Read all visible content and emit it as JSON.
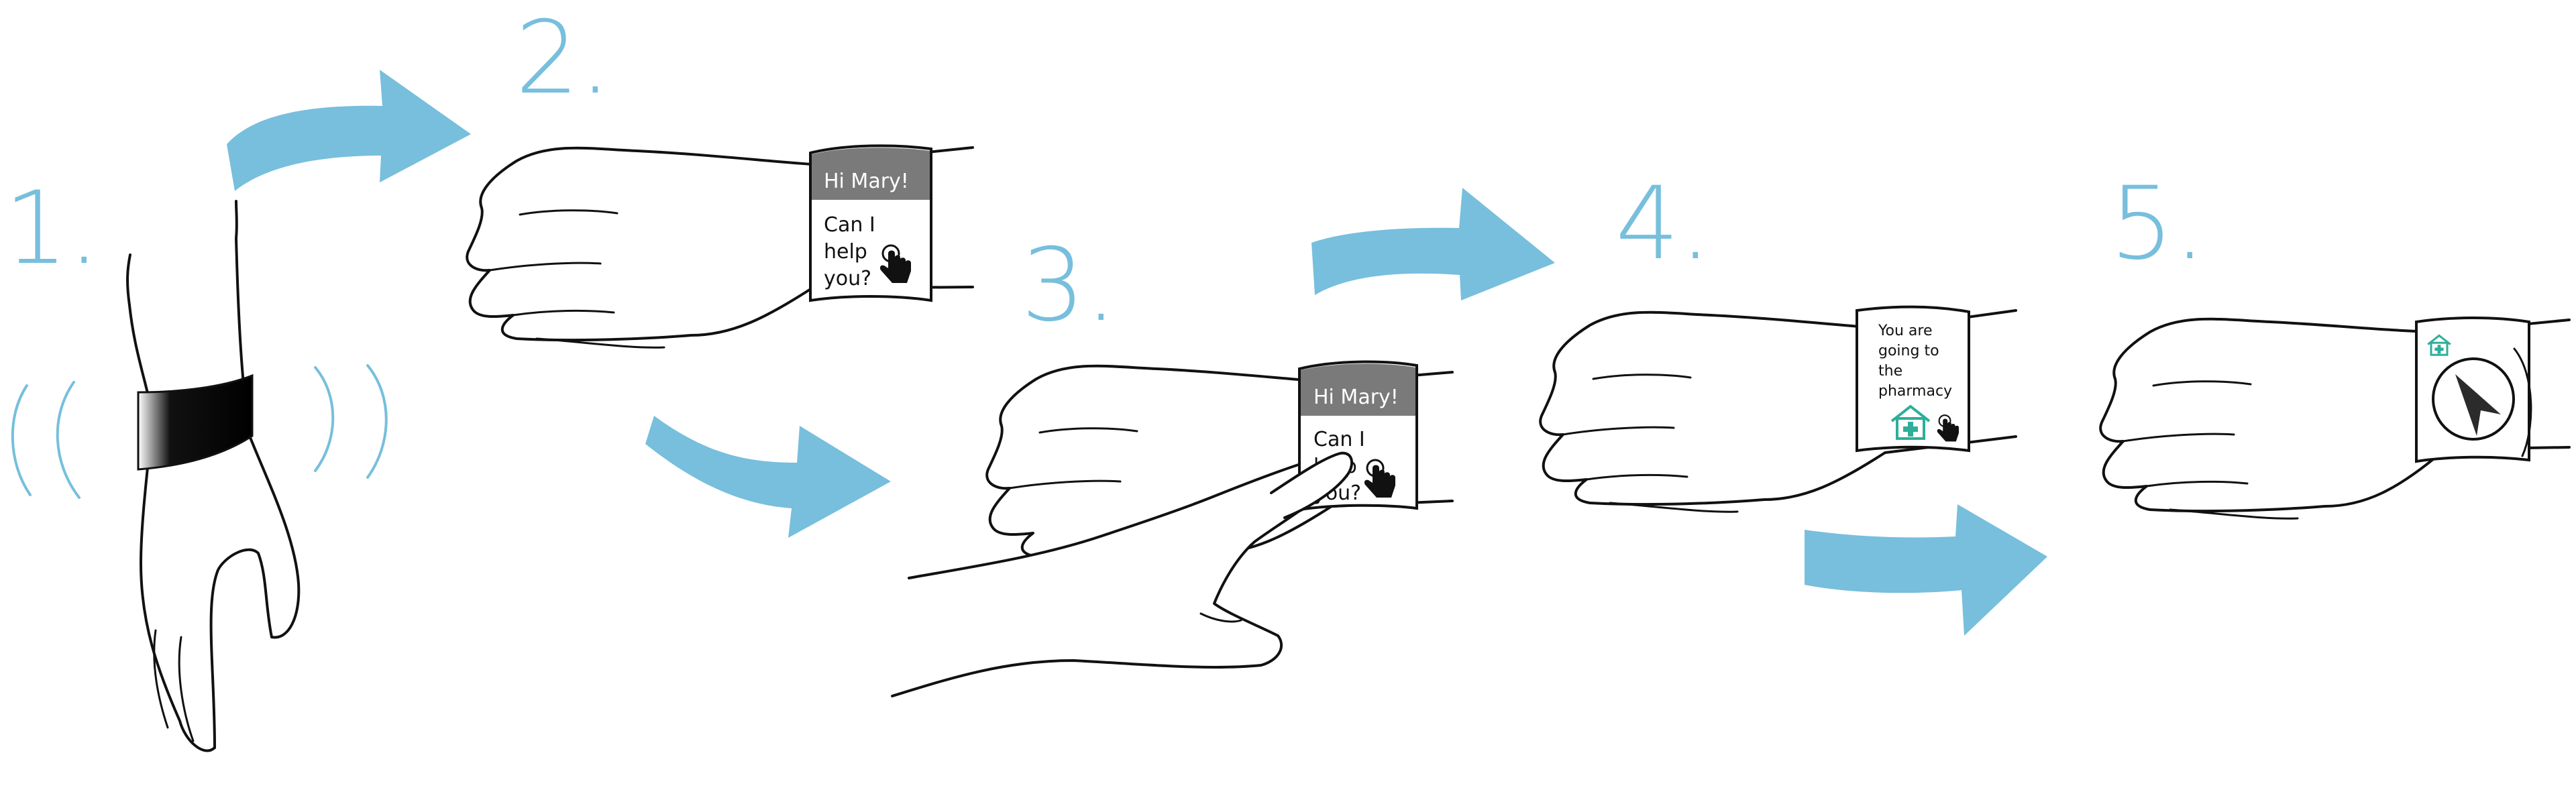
{
  "colors": {
    "accent": "#77bfdc",
    "ink": "#111111",
    "screen_header": "#7a7a7a",
    "pharmacy_icon": "#2fae9a"
  },
  "steps": [
    {
      "number": "1."
    },
    {
      "number": "2.",
      "screen": {
        "header": "Hi Mary!",
        "lines": [
          "Can I",
          "help",
          "you?"
        ]
      }
    },
    {
      "number": "3.",
      "screen": {
        "header": "Hi Mary!",
        "lines": [
          "Can I",
          "help",
          "you?"
        ]
      }
    },
    {
      "number": "4.",
      "screen": {
        "lines": [
          "You are",
          "going to",
          "the",
          "pharmacy"
        ]
      }
    },
    {
      "number": "5."
    }
  ],
  "icons": {
    "tap": "tap-gesture-icon",
    "pharmacy": "pharmacy-icon",
    "navigation": "navigation-arrow-icon"
  }
}
